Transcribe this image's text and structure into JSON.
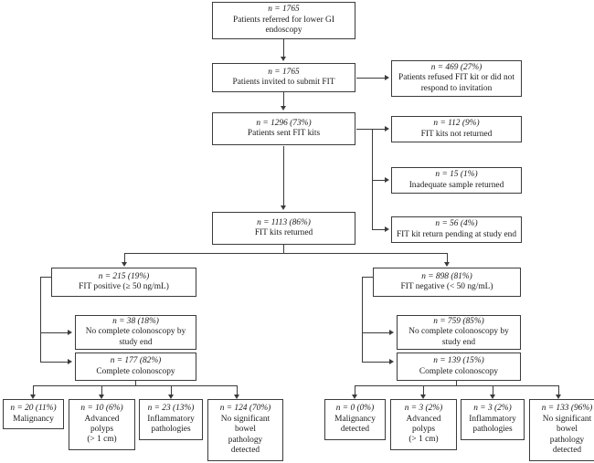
{
  "figure": {
    "type": "flowchart",
    "subject": "FIT testing pathway for patients referred for lower GI endoscopy",
    "nodes": {
      "referred": {
        "count": "n = 1765",
        "line2": "Patients referred for lower GI",
        "line3": "endoscopy"
      },
      "invited": {
        "count": "n = 1765",
        "line2": "Patients invited to submit FIT"
      },
      "refused": {
        "count": "n = 469 (27%)",
        "line2": "Patients refused FIT kit or did not",
        "line3": "respond to invitation"
      },
      "sent": {
        "count": "n = 1296 (73%)",
        "line2": "Patients sent FIT kits"
      },
      "notreturned": {
        "count": "n = 112 (9%)",
        "line2": "FIT kits not returned"
      },
      "inadequate": {
        "count": "n = 15 (1%)",
        "line2": "Inadequate sample returned"
      },
      "returned": {
        "count": "n = 1113 (86%)",
        "line2": "FIT kits returned"
      },
      "pending": {
        "count": "n = 56 (4%)",
        "line2": "FIT kit return pending at study end"
      },
      "fitpos": {
        "count": "n = 215 (19%)",
        "line2": "FIT positive (≥ 50 ng/mL)"
      },
      "fitneg": {
        "count": "n = 898 (81%)",
        "line2": "FIT negative (< 50 ng/mL)"
      },
      "pos_nocolo": {
        "count": "n = 38 (18%)",
        "line2": "No complete colonoscopy by",
        "line3": "study end"
      },
      "neg_nocolo": {
        "count": "n = 759 (85%)",
        "line2": "No complete colonoscopy by",
        "line3": "study end"
      },
      "pos_colo": {
        "count": "n = 177 (82%)",
        "line2": "Complete colonoscopy"
      },
      "neg_colo": {
        "count": "n = 139 (15%)",
        "line2": "Complete colonoscopy"
      },
      "pos_malig": {
        "count": "n = 20 (11%)",
        "line2": "Malignancy"
      },
      "pos_polyps": {
        "count": "n = 10 (6%)",
        "line2": "Advanced",
        "line3": "polyps",
        "line4": "(> 1 cm)"
      },
      "pos_inflam": {
        "count": "n = 23 (13%)",
        "line2": "Inflammatory",
        "line3": "pathologies"
      },
      "pos_nosig": {
        "count": "n = 124 (70%)",
        "line2": "No significant",
        "line3": "bowel",
        "line4": "pathology",
        "line5": "detected"
      },
      "neg_malig": {
        "count": "n = 0 (0%)",
        "line2": "Malignancy",
        "line3": "detected"
      },
      "neg_polyps": {
        "count": "n = 3 (2%)",
        "line2": "Advanced",
        "line3": "polyps",
        "line4": "(> 1 cm)"
      },
      "neg_inflam": {
        "count": "n = 3 (2%)",
        "line2": "Inflammatory",
        "line3": "pathologies"
      },
      "neg_nosig": {
        "count": "n = 133 (96%)",
        "line2": "No significant",
        "line3": "bowel",
        "line4": "pathology",
        "line5": "detected"
      }
    },
    "colors": {
      "stroke": "#3b3b3b",
      "background": "#ffffff",
      "text": "#1a1a1a"
    }
  }
}
